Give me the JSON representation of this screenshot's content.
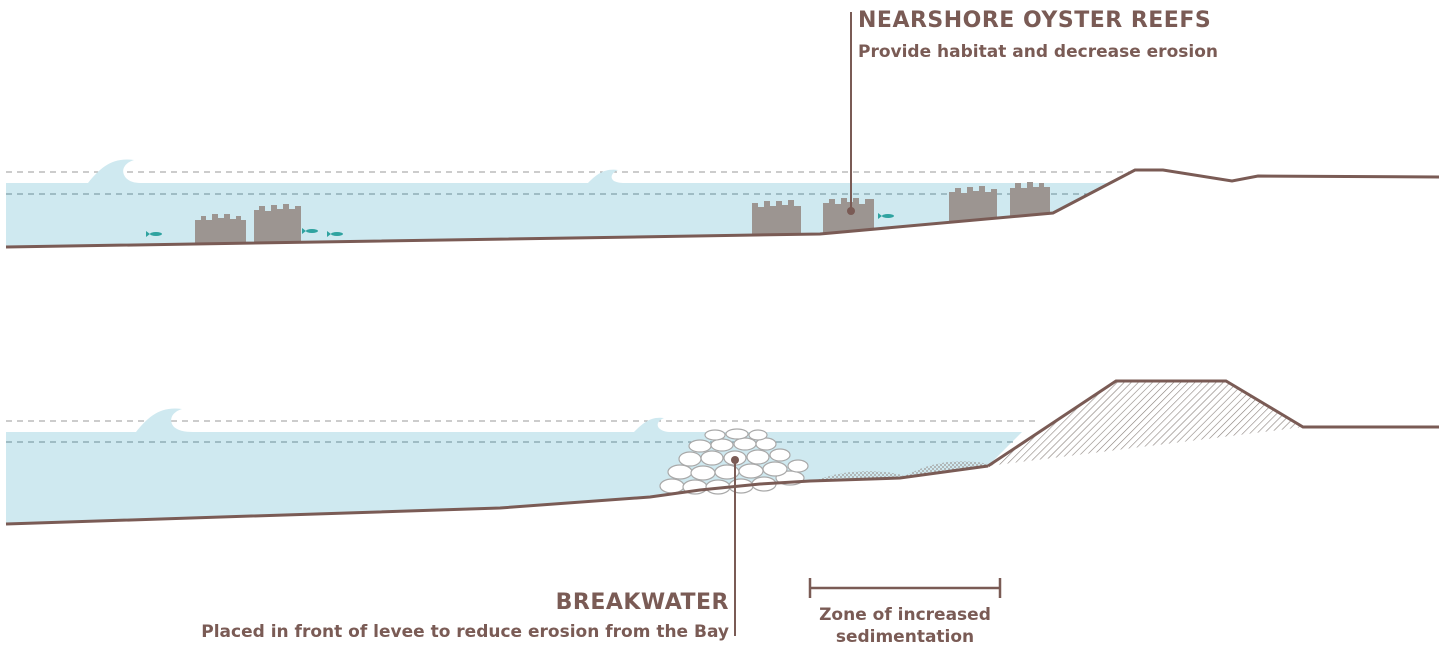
{
  "oyster_reefs": {
    "title": "NEARSHORE OYSTER REEFS",
    "description": "Provide habitat and decrease erosion"
  },
  "breakwater": {
    "title": "BREAKWATER",
    "description": "Placed in front of levee to reduce erosion from the Bay"
  },
  "sedimentation_zone": {
    "label": "Zone of increased sedimentation"
  },
  "colors": {
    "water": "#cfe9f0",
    "ground": "#7a5b55",
    "reef": "#9c9591",
    "fish": "#2fa3a0",
    "wave": "#cfe9f0",
    "rock_outline": "#a9a9a9"
  }
}
